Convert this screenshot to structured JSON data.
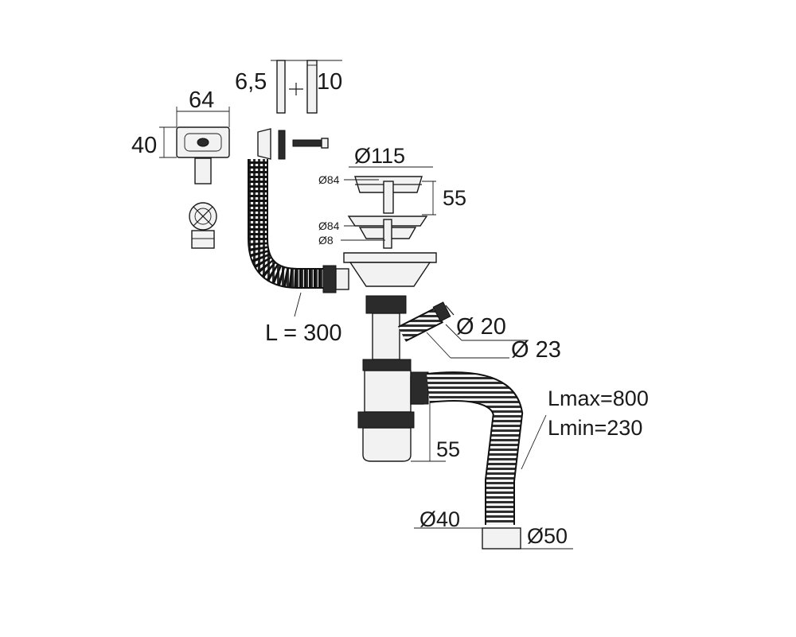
{
  "dimensions": {
    "overflow_width": "64",
    "overflow_height": "40",
    "washer_thickness": "6,5",
    "flange_thickness": "10",
    "strainer_outer_diameter": "Ø115",
    "strainer_inner_diameter_top": "Ø84",
    "strainer_inner_diameter_bottom": "Ø84",
    "plug_diameter": "Ø8",
    "strainer_height": "55",
    "overflow_hose_length": "L = 300",
    "side_inlet_20": "Ø 20",
    "side_inlet_23": "Ø 23",
    "trap_height": "55",
    "hose_length_max": "Lmax=800",
    "hose_length_min": "Lmin=230",
    "outlet_40": "Ø40",
    "outlet_50": "Ø50"
  }
}
